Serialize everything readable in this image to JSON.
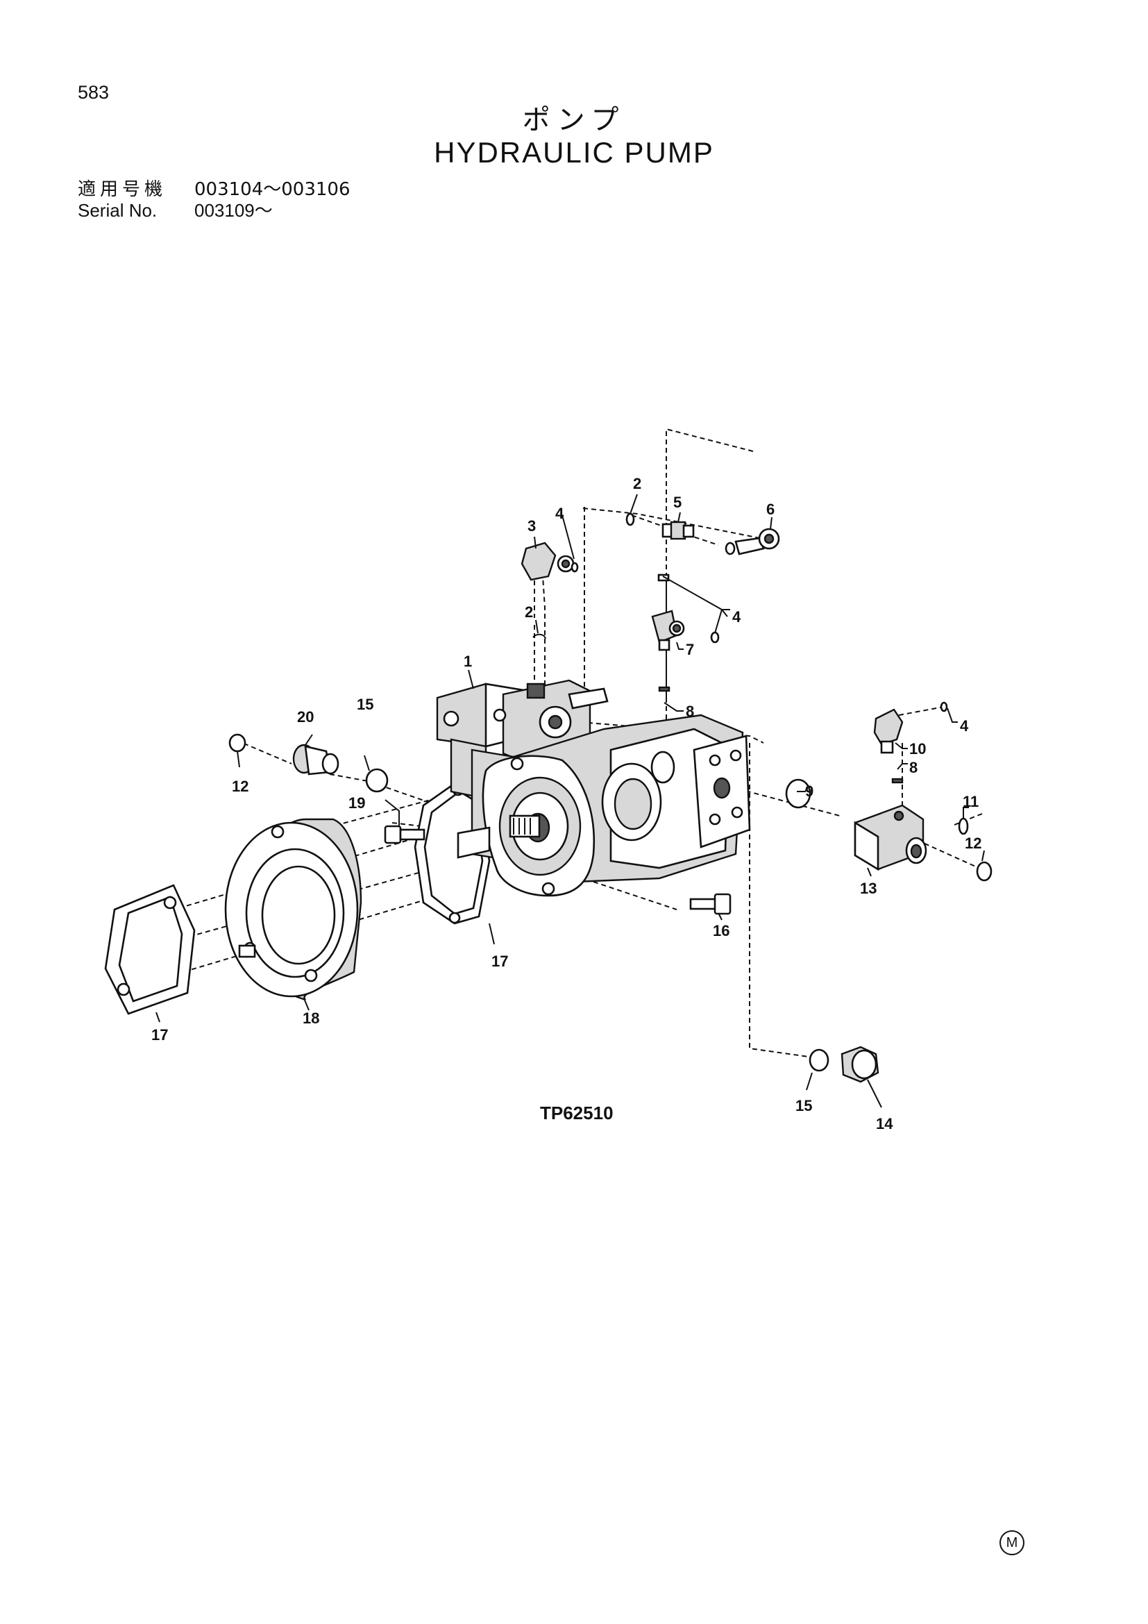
{
  "page": {
    "number": "583",
    "title_jp": "ポンプ",
    "title_en": "HYDRAULIC PUMP",
    "serial": [
      {
        "label": "適用号機",
        "value": "003104〜003106"
      },
      {
        "label": "Serial No.",
        "value": "003109〜"
      }
    ],
    "drawing_code": "TP62510",
    "footer_mark": "M"
  },
  "callouts": {
    "c1": "1",
    "c2a": "2",
    "c2b": "2",
    "c3": "3",
    "c4a": "4",
    "c4b": "4",
    "c4c": "4",
    "c5": "5",
    "c6": "6",
    "c7": "7",
    "c8a": "8",
    "c8b": "8",
    "c9": "9",
    "c10": "10",
    "c11": "11",
    "c12a": "12",
    "c12b": "12",
    "c13": "13",
    "c14": "14",
    "c15a": "15",
    "c15b": "15",
    "c16": "16",
    "c17a": "17",
    "c17b": "17",
    "c18": "18",
    "c19": "19",
    "c20": "20"
  }
}
